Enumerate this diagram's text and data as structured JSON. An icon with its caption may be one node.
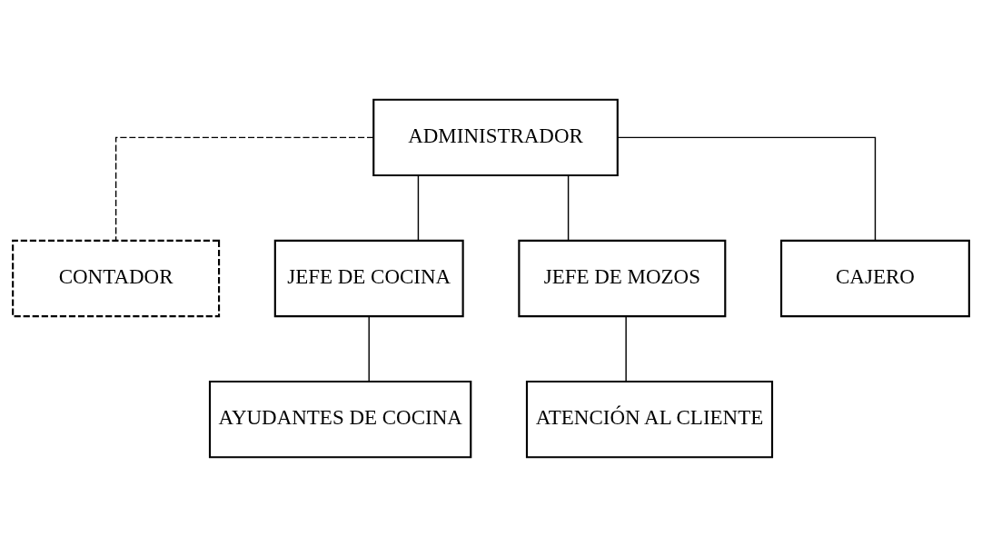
{
  "diagram": {
    "nodes": [
      {
        "text": [
          "ADMINISTRADOR"
        ]
      },
      {
        "text": [
          "CONTADOR"
        ]
      },
      {
        "text": [
          "JEFE DE COCINA"
        ]
      },
      {
        "text": [
          "JEFE DE MOZOS"
        ]
      },
      {
        "text": [
          "CAJERO"
        ]
      },
      {
        "text": [
          "AYUDANTES DE COCINA"
        ]
      },
      {
        "text": [
          "ATENCIÓN AL CLIENTE"
        ]
      }
    ],
    "edges": [
      {
        "from": 0,
        "to": 1,
        "arrow": "none",
        "style": "dashed"
      },
      {
        "from": 0,
        "to": 2,
        "arrow": "none"
      },
      {
        "from": 0,
        "to": 3,
        "arrow": "none"
      },
      {
        "from": 0,
        "to": 4,
        "arrow": "none"
      },
      {
        "from": 2,
        "to": 5,
        "arrow": "none"
      },
      {
        "from": 3,
        "to": 6,
        "arrow": "none"
      }
    ]
  }
}
